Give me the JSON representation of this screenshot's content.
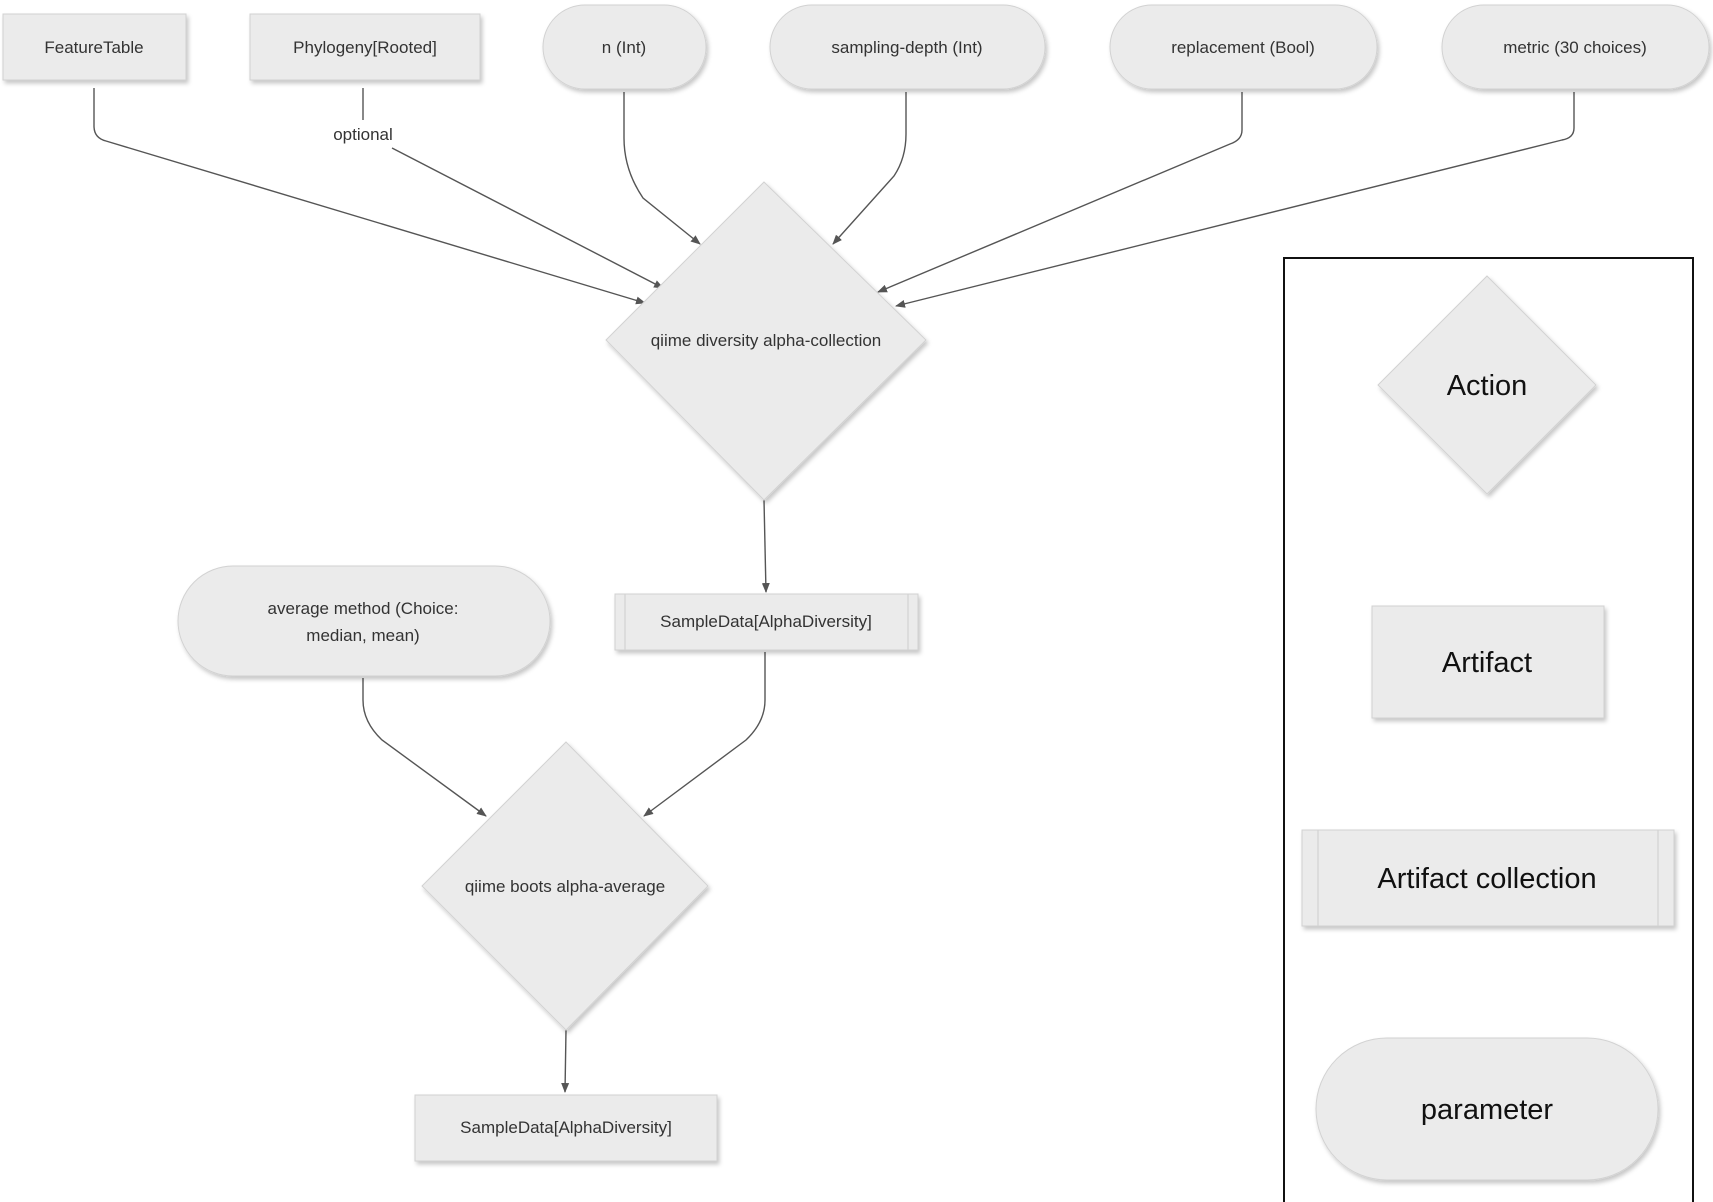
{
  "nodes": {
    "feature_table": "FeatureTable",
    "phylogeny": "Phylogeny[Rooted]",
    "param_n": "n (Int)",
    "param_sampling_depth": "sampling-depth (Int)",
    "param_replacement": "replacement (Bool)",
    "param_metric": "metric (30 choices)",
    "action_alpha_collection": "qiime diversity alpha-collection",
    "collection_output": "SampleData[AlphaDiversity]",
    "param_average_method_line1": "average method (Choice:",
    "param_average_method_line2": "median, mean)",
    "action_alpha_average": "qiime boots alpha-average",
    "final_output": "SampleData[AlphaDiversity]"
  },
  "edges": {
    "optional_label": "optional"
  },
  "legend": {
    "action": "Action",
    "artifact": "Artifact",
    "artifact_collection": "Artifact collection",
    "parameter": "parameter"
  },
  "colors": {
    "node_fill": "#ebebeb",
    "node_border": "#d2d2d2",
    "edge": "#555555",
    "legend_border": "#111111"
  }
}
